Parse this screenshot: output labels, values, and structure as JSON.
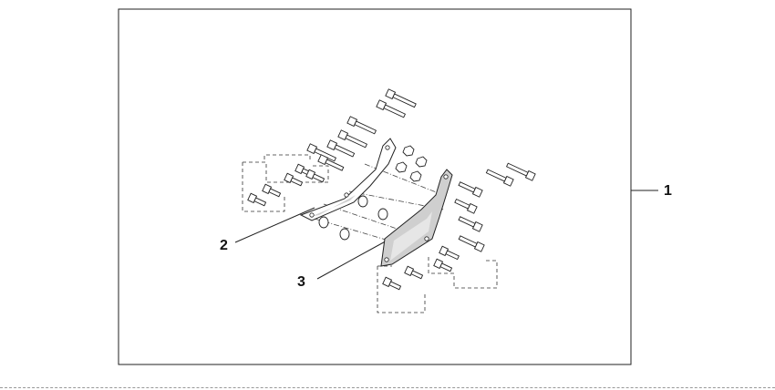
{
  "callouts": {
    "kit": "1",
    "left_bracket": "2",
    "right_bracket": "3"
  },
  "colors": {
    "line": "#222222",
    "part_fill": "#ffffff",
    "bracket_shade": "#cfcfcf"
  }
}
